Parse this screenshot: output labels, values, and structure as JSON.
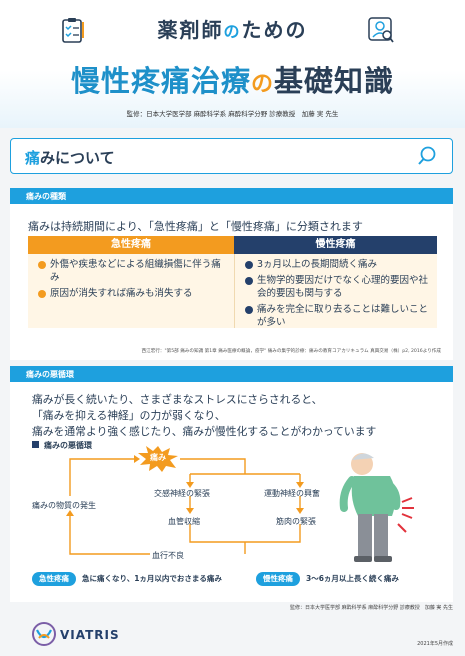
{
  "header": {
    "title_a": "薬剤師",
    "title_no": "の",
    "title_b": "ための",
    "main_a": "慢性疼痛治療",
    "main_no": "の",
    "main_b": "基礎知識",
    "supervisor": "監修：日本大学医学部 麻酔科学系 麻酔科学分野 診療教授　加藤 実 先生",
    "icons": [
      "clipboard-icon",
      "person-search-icon"
    ]
  },
  "topic": {
    "first_char": "痛",
    "rest": "みについて",
    "icon": "search-icon"
  },
  "section1": {
    "heading": "痛みの種類",
    "lead": "痛みは持続期間により、「急性疼痛」と「慢性疼痛」に分類されます",
    "acute_title": "急性疼痛",
    "chronic_title": "慢性疼痛",
    "acute_items": [
      "外傷や疾患などによる組織損傷に伴う痛み",
      "原因が消失すれば痛みも消失する"
    ],
    "chronic_items": [
      "3ヵ月以上の長期間続く痛み",
      "生物学的要因だけでなく心理的要因や社会的要因も関与する",
      "痛みを完全に取り去ることは難しいことが多い"
    ],
    "source": "西江宏行：\"第5部 痛みの知識 第1章 痛み医療の概論，疫学\" 痛みの集学的診療：痛みの教育コアカリキュラム 真興交易（株）p2, 2016より作成"
  },
  "section2": {
    "heading": "痛みの悪循環",
    "lead_lines": [
      "痛みが長く続いたり、さまざまなストレスにさらされると、",
      "「痛みを抑える神経」の力が弱くなり、",
      "痛みを通常より強く感じたり、痛みが慢性化することがわかっています"
    ],
    "cycle_title": "痛みの悪循環",
    "pain": "痛み",
    "nodes": {
      "sympathetic": "交感神経の緊張",
      "motor": "運動神経の興奮",
      "vasoconstriction": "血管収縮",
      "muscle": "筋肉の緊張",
      "substance": "痛みの物質の発生",
      "blood": "血行不良"
    },
    "acute_pill": "急性疼痛",
    "acute_desc": "急に痛くなり、1ヵ月以内でおさまる痛み",
    "chronic_pill": "慢性疼痛",
    "chronic_desc": "3～6ヵ月以上長く続く痛み"
  },
  "footer": {
    "supervisor": "監修：日本大学医学部 麻酔科学系 麻酔科学分野 診療教授　加藤 実 先生",
    "brand": "VIATRIS",
    "date": "2021年5月作成"
  },
  "colors": {
    "accent": "#1ea0de",
    "navy": "#24406b",
    "orange": "#f39b1f"
  }
}
